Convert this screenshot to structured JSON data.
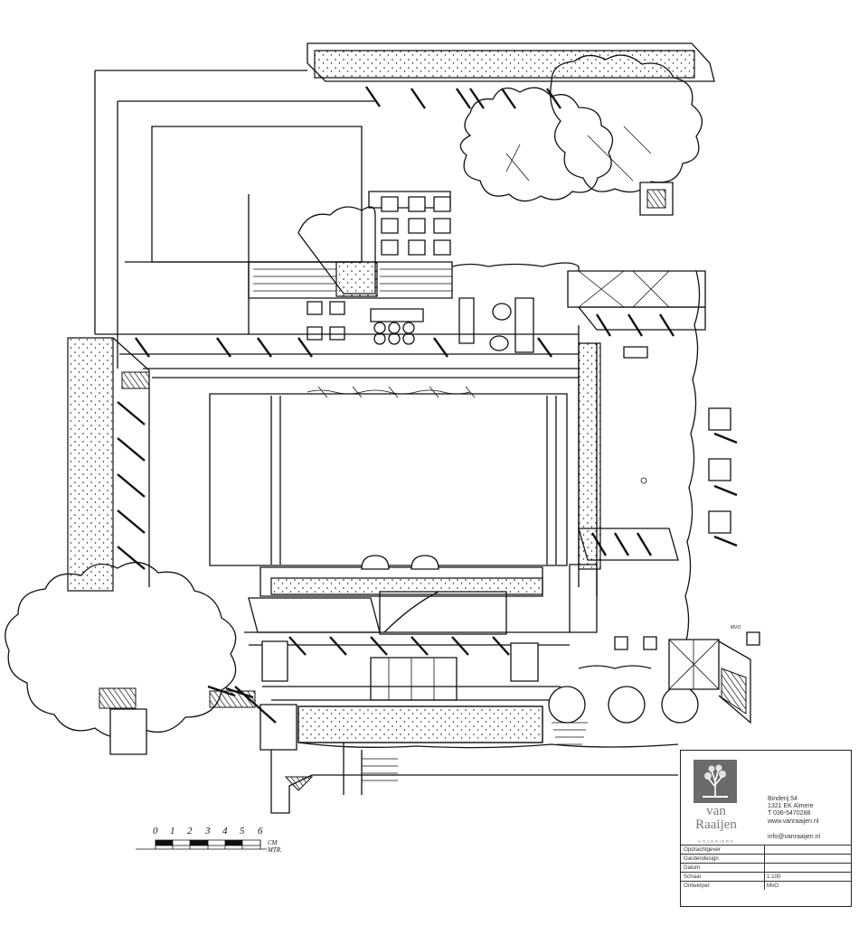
{
  "title": "",
  "scale_bar": {
    "ticks": [
      "0",
      "1",
      "2",
      "3",
      "4",
      "5",
      "6"
    ],
    "unit_top": "CM",
    "unit_bottom": "MTR."
  },
  "marker": "MVO",
  "title_block": {
    "logo": {
      "name_line1": "van",
      "name_line2": "Raaijen",
      "tagline": "HOVENIERS"
    },
    "address": {
      "street": "Binderij 54",
      "city": "1321 EK Almere",
      "phone": "T 036-5470288",
      "web": "www.vanraaijen.nl",
      "email": "info@vanraaijen.nl"
    },
    "rows": [
      {
        "label": "Opdrachtgever",
        "value": ""
      },
      {
        "label": "Gardendesign",
        "value": ""
      },
      {
        "label": "Datum",
        "value": ""
      },
      {
        "label": "Schaal",
        "value": "1:100"
      },
      {
        "label": "Ontwerper",
        "value": "MvO"
      }
    ]
  },
  "colors": {
    "ink": "#111111",
    "logo_grey": "#6b6b6b",
    "paper": "#ffffff"
  }
}
